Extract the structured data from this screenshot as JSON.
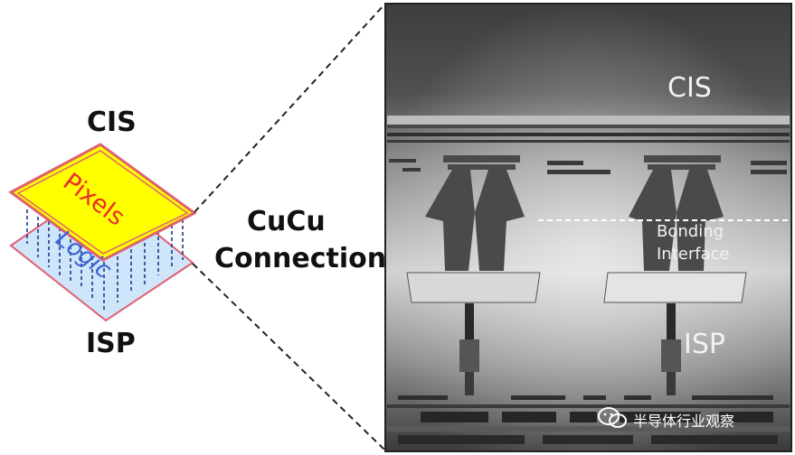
{
  "left_diagram": {
    "top_label": "CIS",
    "bottom_label": "ISP",
    "pixels_label": "Pixels",
    "logic_label": "Logic"
  },
  "connection_label": {
    "line1": "CuCu",
    "line2": "Connections"
  },
  "micrograph": {
    "cis_label": "CIS",
    "bonding_line1": "Bonding",
    "bonding_line2": "Interface",
    "isp_label": "ISP"
  },
  "watermark": {
    "text": "半导体行业观察"
  },
  "colors": {
    "pixels_fill": "#ffff00",
    "pixels_border": "#e06070",
    "pixels_text": "#e8302a",
    "logic_fill": "#cfe6fa",
    "logic_text": "#3a63d8",
    "via_lines": "#1a3a8a"
  }
}
